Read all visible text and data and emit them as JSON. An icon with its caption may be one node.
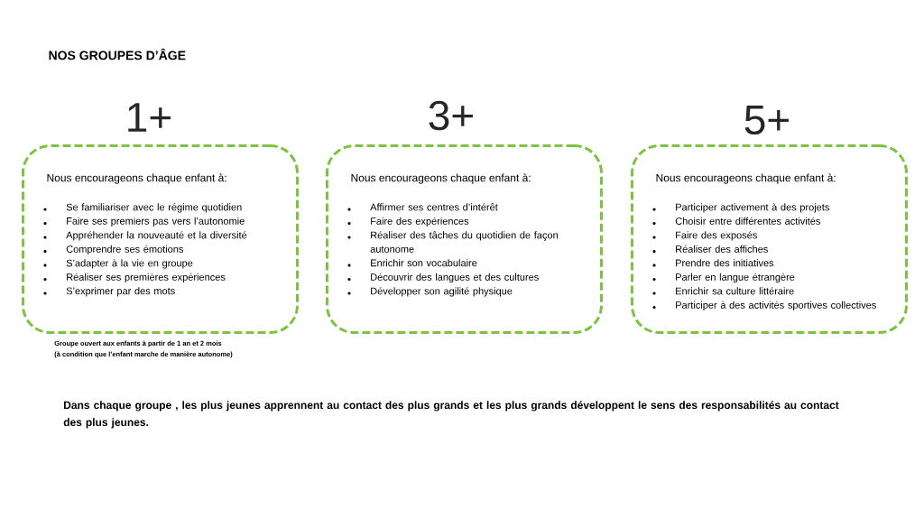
{
  "diagram": {
    "title": "NOS GROUPES D’ÂGE",
    "nodes": [
      {
        "text": [
          "1+",
          "Nous encourageons chaque enfant à:",
          "Se familiariser avec le régime quotidien",
          "Faire ses premiers pas vers l’autonomie",
          "Appréhender la nouveauté et la diversité",
          "Comprendre ses émotions",
          "S’adapter à la vie en groupe",
          "Réaliser ses premières expériences",
          "S’exprimer par des mots"
        ],
        "beside": [
          "Groupe ouvert aux enfants à partir de 1 an et 2 mois",
          "(à condition que l’enfant marche de manière autonome)"
        ]
      },
      {
        "text": [
          "3+",
          "Nous encourageons chaque enfant à:",
          "Affirmer ses centres d’intérêt",
          "Faire des expériences",
          "Réaliser des tâches du quotidien de façon autonome",
          "Enrichir son vocabulaire",
          "Découvrir des langues et des cultures",
          "Développer son agilité physique"
        ]
      },
      {
        "text": [
          "5+",
          "Nous encourageons chaque enfant à:",
          "Participer activement à des projets",
          "Choisir entre différentes activités",
          "Faire des exposés",
          "Réaliser des affiches",
          "Prendre des initiatives",
          "Parler en langue étrangère",
          "Enrichir sa culture littéraire",
          "Participer à des activités sportives collectives"
        ]
      }
    ],
    "labels": [
      "Dans chaque groupe , les plus jeunes apprennent au contact des plus grands et les plus grands développent le sens des responsabilités au contact des plus jeunes."
    ]
  }
}
